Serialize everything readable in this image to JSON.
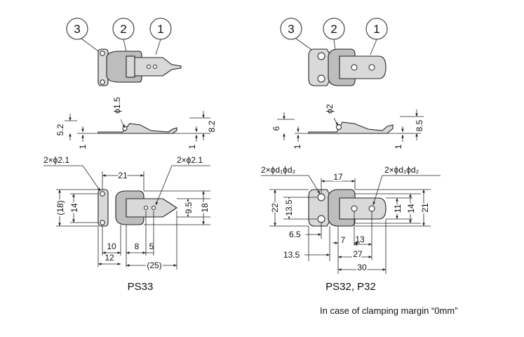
{
  "left": {
    "callouts": [
      "3",
      "2",
      "1"
    ],
    "side": {
      "hole": "ϕ1.5",
      "h1": "5.2",
      "h2": "8.2",
      "t1": "1",
      "t2": "1"
    },
    "plan": {
      "hole_l": "2×ϕ2.1",
      "hole_r": "2×ϕ2.1",
      "w21": "21",
      "h18p": "(18)",
      "h14": "14",
      "h9_5": "9.5",
      "h18": "18",
      "d10": "10",
      "d12": "12",
      "d8": "8",
      "d5": "5",
      "d25": "(25)"
    },
    "caption": "PS33"
  },
  "right": {
    "callouts": [
      "3",
      "2",
      "1"
    ],
    "side": {
      "hole": "ϕ2",
      "h1": "6",
      "h2": "8.5",
      "t1": "1",
      "t2": "1"
    },
    "plan": {
      "hole_l": "2×ϕd₁ϕd₂",
      "hole_r": "2×ϕd₁ϕd₂",
      "w17": "17",
      "h22": "22",
      "h13_5": "13.5",
      "h11": "11",
      "h14": "14",
      "h21": "21",
      "d6_5": "6.5",
      "d7": "7",
      "d13": "13",
      "d13_5": "13.5",
      "d27": "27",
      "d30": "30"
    },
    "caption": "PS32, P32"
  },
  "note": "In case of clamping margin “0mm”"
}
